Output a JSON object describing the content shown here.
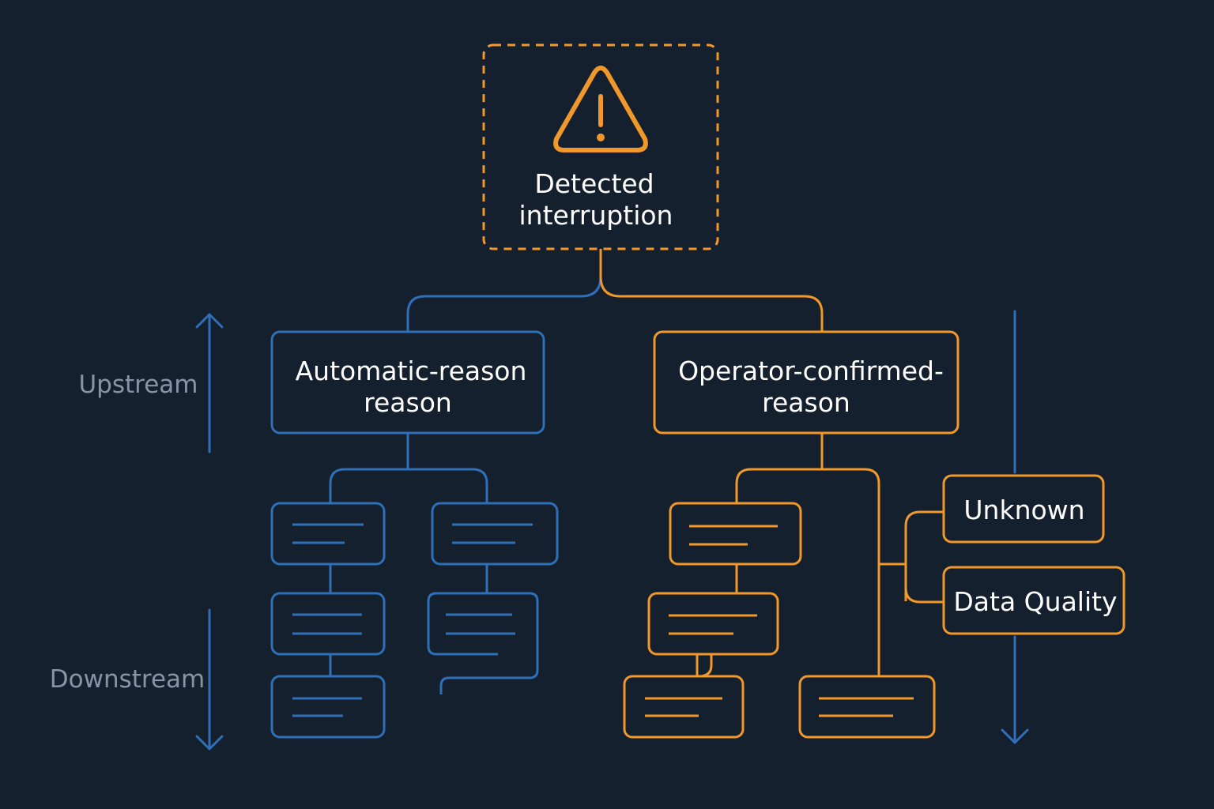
{
  "colors": {
    "background": "#15202e",
    "blue": "#2e6fb7",
    "orange": "#f0982a",
    "text": "#ffffff",
    "muted_text": "#8894a6"
  },
  "root": {
    "icon": "warning-triangle-icon",
    "line1": "Detected",
    "line2": "interruption"
  },
  "automatic": {
    "line1": "Automatic-reason",
    "line2": "reason"
  },
  "operator": {
    "line1": "Operator-confirmed-",
    "line2": "reason"
  },
  "categories": {
    "unknown": "Unknown",
    "data_quality": "Data Quality"
  },
  "axis": {
    "upstream": "Upstream",
    "downstream": "Downstream"
  }
}
